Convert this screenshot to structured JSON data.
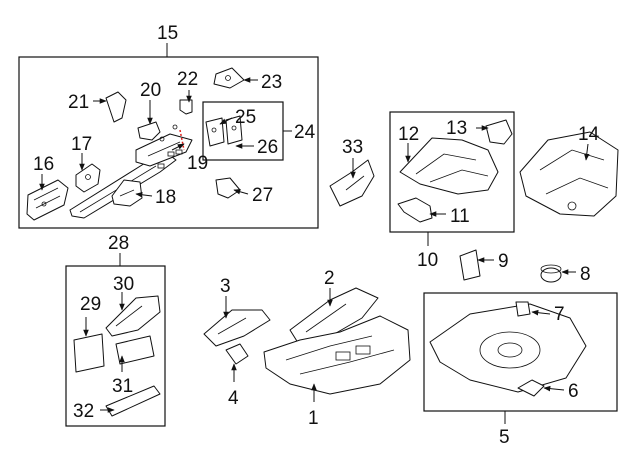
{
  "callouts": {
    "c1": "1",
    "c2": "2",
    "c3": "3",
    "c4": "4",
    "c5": "5",
    "c6": "6",
    "c7": "7",
    "c8": "8",
    "c9": "9",
    "c10": "10",
    "c11": "11",
    "c12": "12",
    "c13": "13",
    "c14": "14",
    "c15": "15",
    "c16": "16",
    "c17": "17",
    "c18": "18",
    "c19": "19",
    "c20": "20",
    "c21": "21",
    "c22": "22",
    "c23": "23",
    "c24": "24",
    "c25": "25",
    "c26": "26",
    "c27": "27",
    "c28": "28",
    "c29": "29",
    "c30": "30",
    "c31": "31",
    "c32": "32",
    "c33": "33"
  },
  "colors": {
    "ink": "#111111",
    "background": "#ffffff",
    "highlight": "#e0201b"
  }
}
